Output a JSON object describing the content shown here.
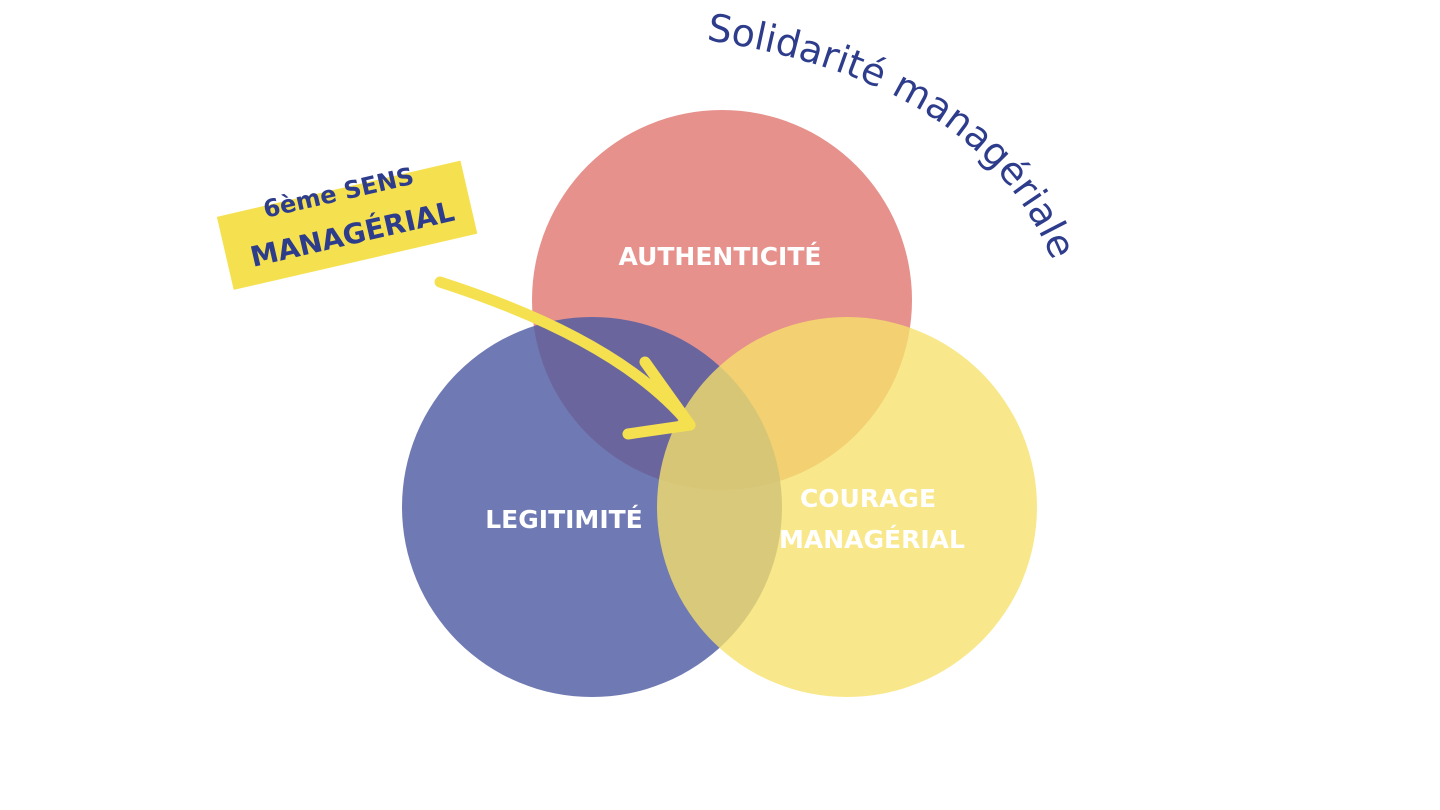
{
  "title": "Solidarité managériale",
  "callout": {
    "line1": "6ème SENS",
    "line2": "MANAGÉRIAL"
  },
  "circles": [
    {
      "label": "AUTHENTICITÉ",
      "color": "#e6918c"
    },
    {
      "label": "LEGITIMITÉ",
      "color": "#5f6aa8"
    },
    {
      "label_line1": "COURAGE",
      "label_line2": "MANAGÉRIAL",
      "color": "#f6e26a"
    }
  ],
  "colors": {
    "text": "#2e3c8c",
    "highlight": "#f5e150"
  }
}
